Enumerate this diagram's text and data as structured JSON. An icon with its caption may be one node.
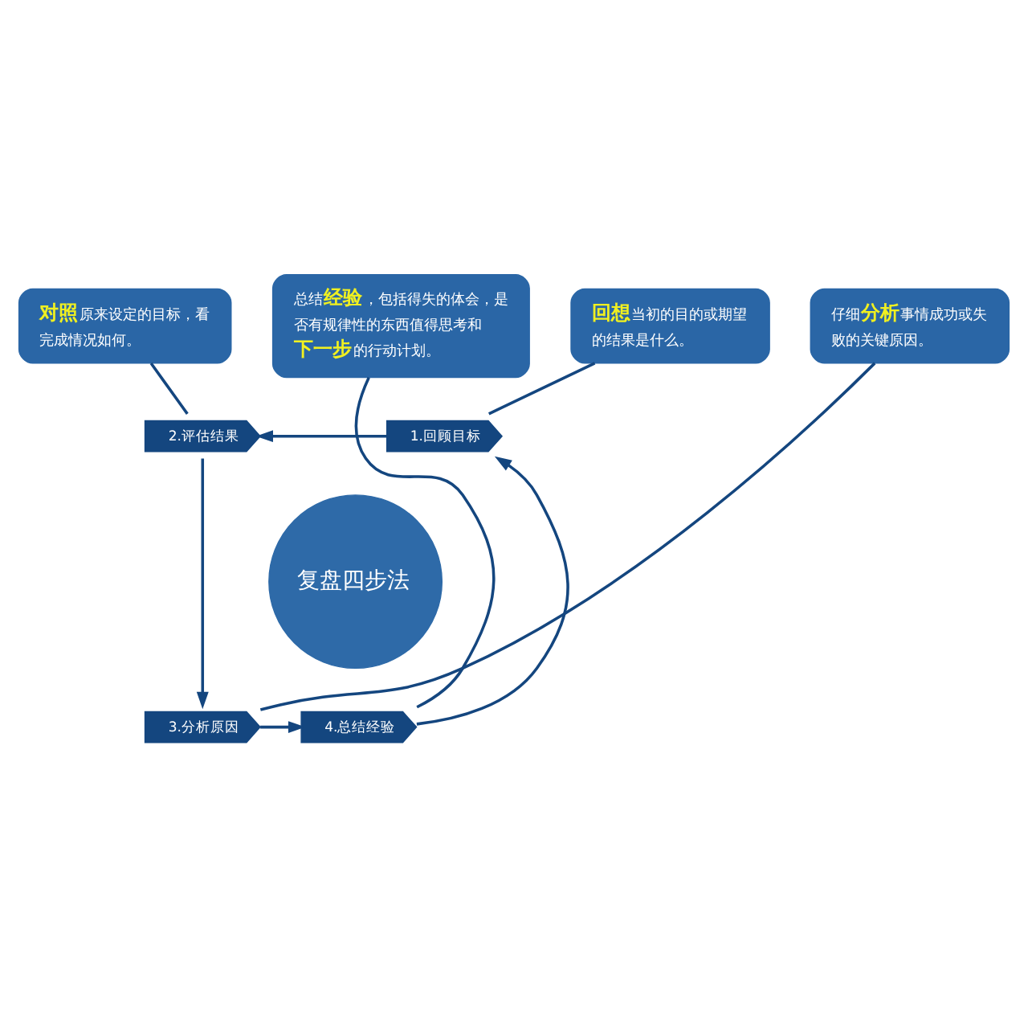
{
  "diagram": {
    "nodes": [
      {
        "text": [
          "复盘四步法"
        ]
      },
      {
        "text": [
          "1.回顾目标"
        ]
      },
      {
        "text": [
          "2.评估结果"
        ]
      },
      {
        "text": [
          "3.分析原因"
        ]
      },
      {
        "text": [
          "4.总结经验"
        ]
      },
      {
        "text": [
          "**回想**当初的目的或期望的结果是什么。"
        ]
      },
      {
        "text": [
          "**对照**原来设定的目标，看完成情况如何。"
        ]
      },
      {
        "text": [
          "总结**经验**，包括得失的体会，是否有规律性的东西值得思考和**下一步**的行动计划。"
        ]
      },
      {
        "text": [
          "仔细**分析**事情成功或失败的关键原因。"
        ]
      }
    ],
    "edges": [
      {
        "from": 1,
        "to": 2,
        "arrow": "to"
      },
      {
        "from": 2,
        "to": 3,
        "arrow": "to"
      },
      {
        "from": 3,
        "to": 4,
        "arrow": "to"
      },
      {
        "from": 4,
        "to": 1,
        "arrow": "to"
      },
      {
        "from": 5,
        "to": 1,
        "arrow": "none"
      },
      {
        "from": 6,
        "to": 2,
        "arrow": "none"
      },
      {
        "from": 7,
        "to": 4,
        "arrow": "none"
      },
      {
        "from": 8,
        "to": 3,
        "arrow": "none"
      }
    ]
  }
}
